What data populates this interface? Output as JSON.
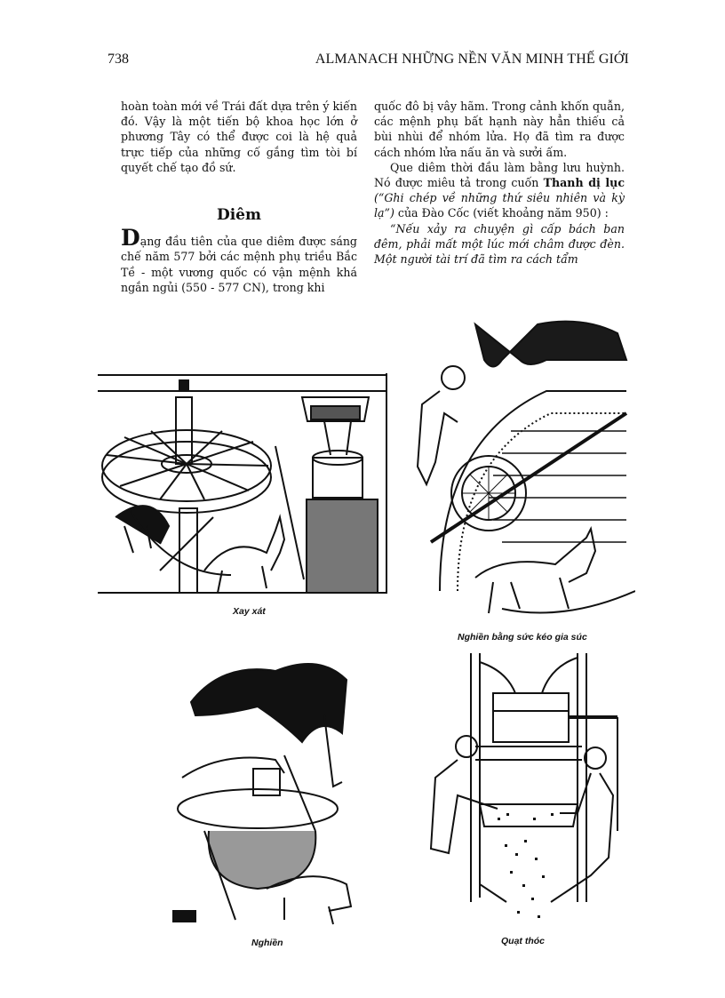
{
  "header": {
    "page_number": "738",
    "running_head": "ALMANACH NHỮNG NỀN VĂN MINH THẾ GIỚI"
  },
  "left_column": {
    "paragraph_1": "hoàn toàn mới về Trái đất dựa trên ý kiến đó. Vậy là một tiến bộ khoa học lớn ở phương Tây có thể được coi là hệ quả trực tiếp của những cố gắng tìm tòi bí quyết chế tạo đồ sứ.",
    "section_title": "Diêm",
    "paragraph_2_dropcap": "D",
    "paragraph_2_rest": "ạng đầu tiên của que diêm được sáng chế năm 577 bởi các mệnh phụ triều Bắc Tề - một vương quốc có vận mệnh khá ngắn ngủi (550 - 577 CN), trong khi"
  },
  "right_column": {
    "paragraph_1": "quốc đô bị vây hãm. Trong cảnh khốn quẫn, các mệnh phụ bất hạnh này hẳn thiếu cả bùi nhùi để nhóm lửa. Họ đã tìm ra được cách nhóm lửa nấu ăn và sưởi ấm.",
    "paragraph_2_a": "Que diêm thời đầu làm bằng lưu huỳnh. Nó được miêu tả trong cuốn ",
    "paragraph_2_book_title": "Thanh dị lục",
    "paragraph_2_book_gloss": " (“Ghi chép về những thứ siêu nhiên và kỳ lạ”)",
    "paragraph_2_b": " của Đào Cốc (viết khoảng năm 950) :",
    "quote": "“Nếu xảy ra chuyện gì cấp bách ban đêm, phải mất một lúc mới châm được đèn. Một người tài trí đã tìm ra cách tẩm"
  },
  "figures": [
    {
      "id": "fig-hulling",
      "caption": "Xay xát",
      "depicts": "horizontal-wheel-mill"
    },
    {
      "id": "fig-animal-mill",
      "caption": "Nghiền bằng sức kéo gia súc",
      "depicts": "donkey-powered-grindstone"
    },
    {
      "id": "fig-grinding",
      "caption": "Nghiền",
      "depicts": "ox-turned-millstone-under-tree"
    },
    {
      "id": "fig-winnowing",
      "caption": "Quạt thóc",
      "depicts": "rotary-winnowing-fan"
    }
  ]
}
